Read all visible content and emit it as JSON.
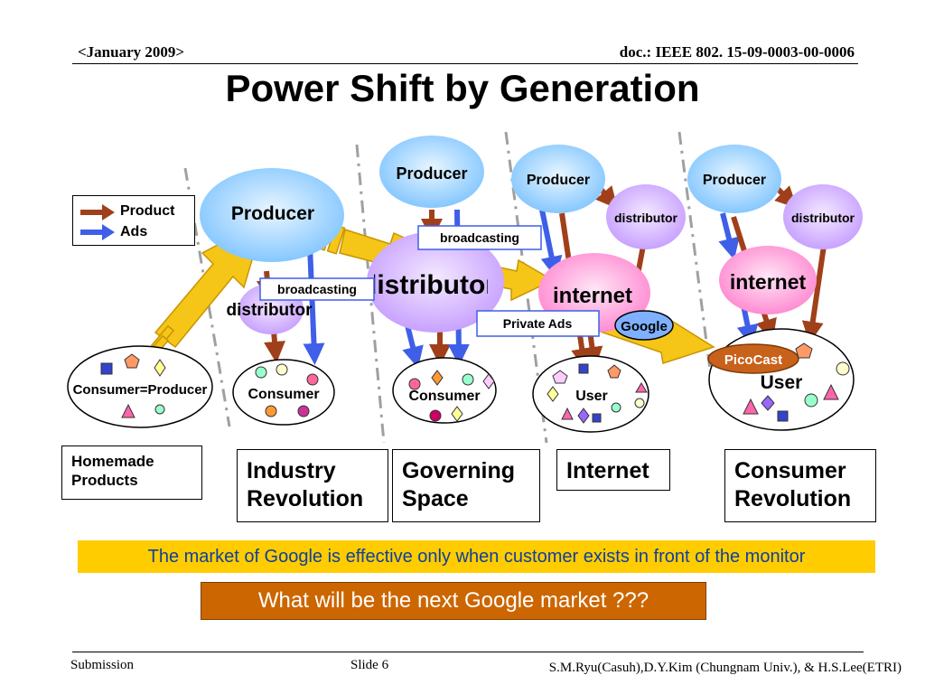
{
  "header": {
    "date": "<January 2009>",
    "doc_id": "doc.: IEEE 802. 15-09-0003-00-0006"
  },
  "title": "Power Shift by Generation",
  "legend": {
    "product": "Product",
    "ads": "Ads"
  },
  "nodes": {
    "producer_1": "Producer",
    "distributor_1": "distributor",
    "consumer_producer": "Consumer=Producer",
    "consumer_1": "Consumer",
    "producer_2": "Producer",
    "distributor_2": "distributor",
    "consumer_2": "Consumer",
    "producer_3": "Producer",
    "distributor_3": "distributor",
    "internet_3": "internet",
    "user_3": "User",
    "producer_4": "Producer",
    "distributor_4": "distributor",
    "internet_4": "internet",
    "user_4": "User"
  },
  "labels": {
    "broadcasting_1": "broadcasting",
    "broadcasting_2": "broadcasting",
    "private_ads": "Private Ads",
    "google": "Google",
    "picocast": "PicoCast"
  },
  "eras": {
    "homemade": "Homemade Products",
    "industry": "Industry Revolution",
    "governing": "Governing Space",
    "internet": "Internet",
    "consumer": "Consumer Revolution"
  },
  "banner_yellow": "The market of Google is effective only when customer exists in front of the monitor",
  "banner_orange": "What will be the next Google market  ???",
  "footer": {
    "left": "Submission",
    "slide": "Slide 6",
    "authors": "S.M.Ryu(Casuh),D.Y.Kim (Chungnam Univ.), & H.S.Lee(ETRI)"
  },
  "colors": {
    "product_arrow": "#a0401a",
    "ads_arrow": "#3f5fe8",
    "big_arrow": "#f5c518",
    "producer_fill": "#9fd7ff",
    "distributor_fill": "#d9b8ff",
    "internet_fill": "#ff9bd8",
    "google_fill": "#7fb0ff",
    "picocast_fill": "#c8611a"
  }
}
